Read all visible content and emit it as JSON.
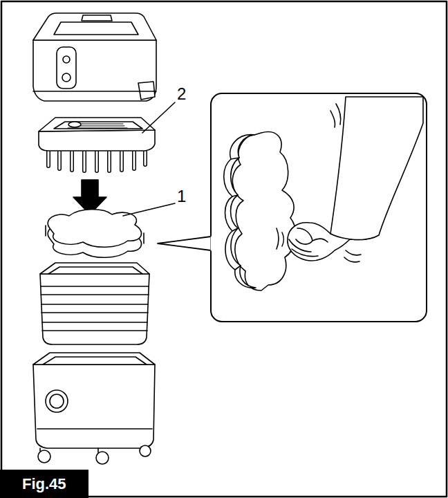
{
  "diagram": {
    "caption": "Fig.45",
    "labels": [
      "2",
      "1"
    ]
  }
}
